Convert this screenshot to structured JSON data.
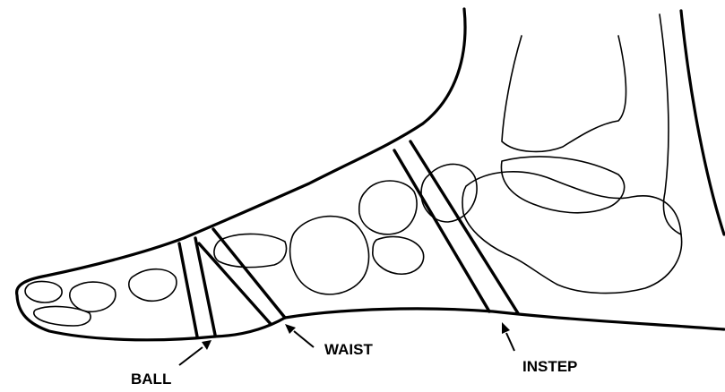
{
  "labels": {
    "ball": "BALL",
    "waist": "WAIST",
    "instep": "INSTEP"
  },
  "colors": {
    "line": "#000000",
    "background": "#ffffff"
  }
}
